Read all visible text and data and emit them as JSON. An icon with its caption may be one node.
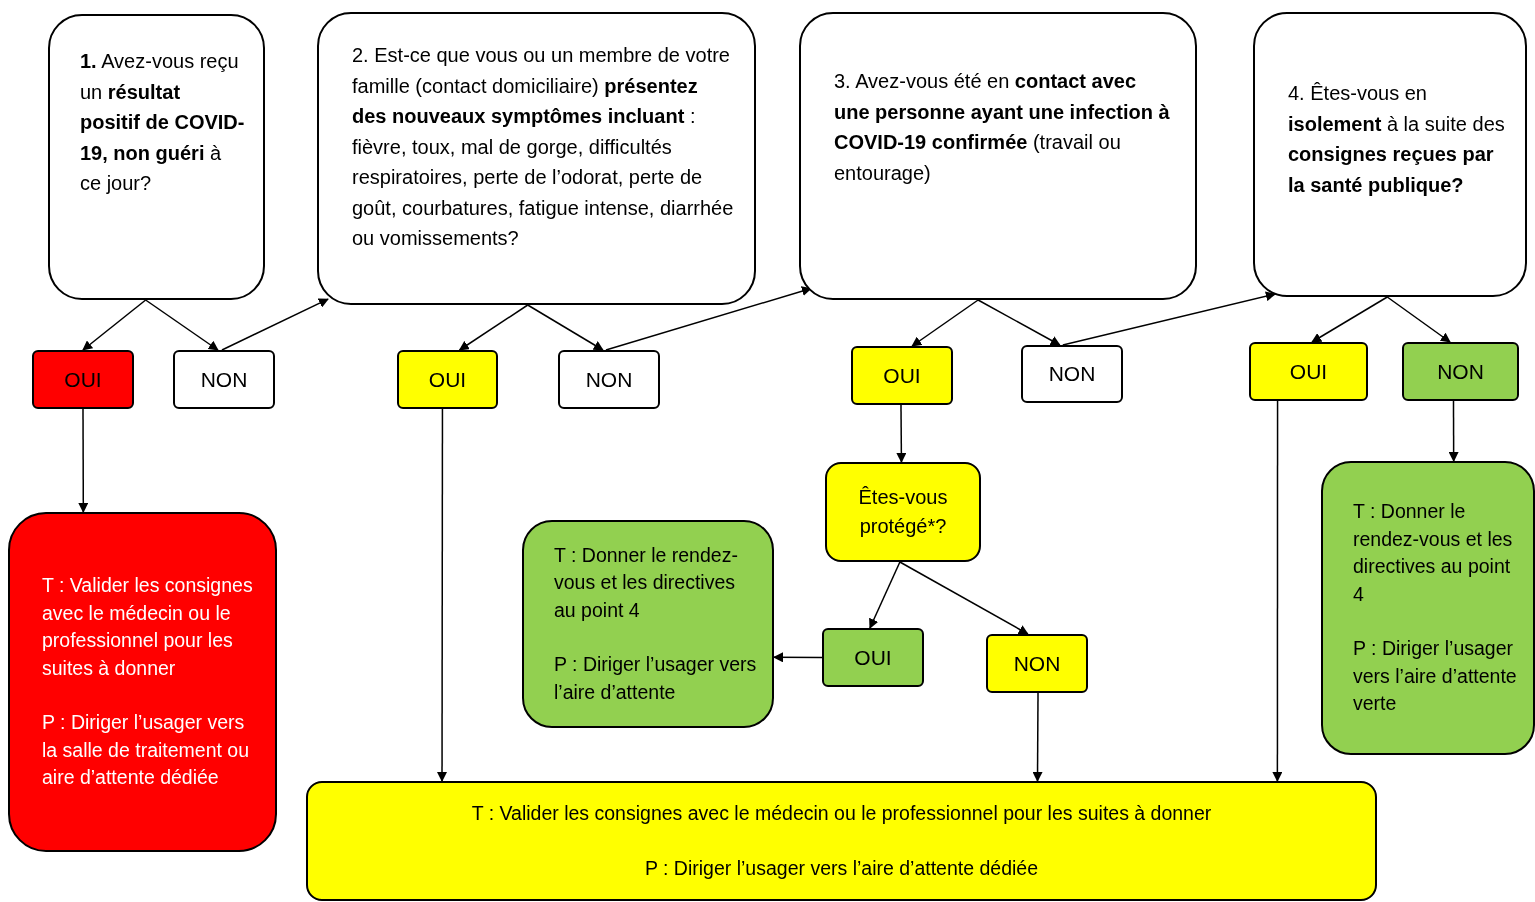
{
  "diagram": {
    "nodes": [
      {
        "text": [
          "**1.** Avez-vous reçu un **résultat positif de COVID-19, non guéri** à ce jour?"
        ]
      },
      {
        "text": [
          "2.  Est-ce que vous ou un membre de votre famille (contact domiciliaire) **présentez des nouveaux symptômes incluant** : fièvre, toux, mal de gorge, difficultés respiratoires, perte de l’odorat, perte de goût, courbatures, fatigue intense, diarrhée ou vomissements?"
        ]
      },
      {
        "text": [
          "3. Avez-vous été en **contact avec une personne ayant une infection à COVID-19 confirmée** (travail ou entourage)"
        ]
      },
      {
        "text": [
          "4. Êtes-vous en **isolement** à la suite des **consignes reçues par la santé publique?**"
        ]
      },
      {
        "text": [
          "OUI"
        ]
      },
      {
        "text": [
          "NON"
        ]
      },
      {
        "text": [
          "OUI"
        ]
      },
      {
        "text": [
          "NON"
        ]
      },
      {
        "text": [
          "OUI"
        ]
      },
      {
        "text": [
          "NON"
        ]
      },
      {
        "text": [
          "OUI"
        ]
      },
      {
        "text": [
          "NON"
        ]
      },
      {
        "text": [
          "T : Valider les consignes avec le médecin ou le professionnel pour les suites à donner",
          "P : Diriger l’usager vers la salle de traitement ou aire d’attente dédiée"
        ]
      },
      {
        "text": [
          "Êtes-vous protégé*?"
        ]
      },
      {
        "text": [
          "T : Donner le rendez-vous et les directives au point 4",
          "P : Diriger l’usager vers l’aire d’attente"
        ]
      },
      {
        "text": [
          "OUI"
        ]
      },
      {
        "text": [
          "NON"
        ]
      },
      {
        "text": [
          "T : Donner le rendez-vous et les directives au point 4",
          "P : Diriger l’usager vers l’aire d’attente verte"
        ]
      },
      {
        "text": [
          "T : Valider les consignes avec le médecin ou le professionnel pour les suites à donner",
          "P : Diriger l’usager vers l’aire d’attente dédiée"
        ]
      }
    ],
    "edges": [
      {
        "from": 0,
        "to": 4,
        "arrow": "to"
      },
      {
        "from": 0,
        "to": 5,
        "arrow": "to"
      },
      {
        "from": 5,
        "to": 1,
        "arrow": "to"
      },
      {
        "from": 1,
        "to": 6,
        "arrow": "to"
      },
      {
        "from": 1,
        "to": 7,
        "arrow": "to"
      },
      {
        "from": 7,
        "to": 2,
        "arrow": "to"
      },
      {
        "from": 2,
        "to": 8,
        "arrow": "to"
      },
      {
        "from": 2,
        "to": 9,
        "arrow": "to"
      },
      {
        "from": 9,
        "to": 3,
        "arrow": "to"
      },
      {
        "from": 3,
        "to": 10,
        "arrow": "to"
      },
      {
        "from": 3,
        "to": 11,
        "arrow": "to"
      },
      {
        "from": 4,
        "to": 12,
        "arrow": "to"
      },
      {
        "from": 6,
        "to": 18,
        "arrow": "to"
      },
      {
        "from": 8,
        "to": 13,
        "arrow": "to"
      },
      {
        "from": 13,
        "to": 15,
        "arrow": "to"
      },
      {
        "from": 13,
        "to": 16,
        "arrow": "to"
      },
      {
        "from": 15,
        "to": 14,
        "arrow": "to"
      },
      {
        "from": 16,
        "to": 18,
        "arrow": "to"
      },
      {
        "from": 10,
        "to": 18,
        "arrow": "to"
      },
      {
        "from": 11,
        "to": 17,
        "arrow": "to"
      }
    ]
  }
}
